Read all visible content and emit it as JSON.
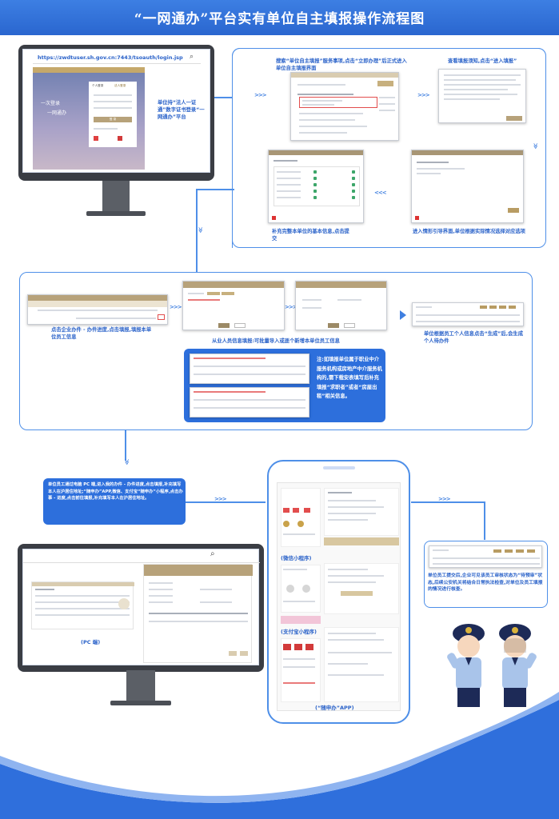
{
  "title": "“一网通办”平台实有单位自主填报操作流程图",
  "login": {
    "url": "https://zwdtuser.sh.gov.cn:7443/tsoauth/login.jsp",
    "slogan_1": "一次登录",
    "slogan_2": "一网通办",
    "tab_personal": "个人登录",
    "tab_corp": "法人登录",
    "submit": "登 录"
  },
  "steps": {
    "s1": "单位持“法人一证通”数字证书登录“一网通办”平台",
    "s2": "搜索“单位自主填报”服务事项,点击“立即办理”后正式进入单位自主填报界面",
    "s3": "查看填报须知,点击“进入填报”",
    "s4": "进入情形引导界面,单位根据实际情况选择对应选项",
    "s5": "补充完整本单位的基本信息,点击提交",
    "s6": "点击企业办件 - 办件进度,点击填报,填报本单位员工信息",
    "s7": "从业人员信息填报:可批量导入或逐个新增本单位员工信息",
    "s8": "单位根据员工个人信息点击“生成”后,会生成个人待办件",
    "note": "注:如填报单位属于职业中介服务机构或房地产中介服务机构的,需下载安表填写后补充填报“求职者”或者“房屋出租”相关信息。",
    "s9": "单位员工通过电脑 PC 端,进入我的办件 - 办件进度,点击填报,补充填写本人在沪居住地址;“随申办”APP,微信、支付宝“随申办”小程序,点击办事 - 进度,点击前往填报,补充填写本人在沪居住地址。",
    "s10": "单位员工提交后,企业可见该员工审核状态为“待预审”状态,后续公安机关将结合日常执法检查,对单位及员工填报的情况进行核查。"
  },
  "labels": {
    "pc": "(PC 端)",
    "wechat": "(微信小程序)",
    "alipay": "(支付宝小程序)",
    "app": "(“随申办”APP)"
  },
  "arrows": {
    "right": ">>>",
    "left": "<<<",
    "down": "≫"
  },
  "colors": {
    "header": "#2a66cf",
    "accent": "#2d6fdc",
    "gold": "#b7a27a"
  }
}
